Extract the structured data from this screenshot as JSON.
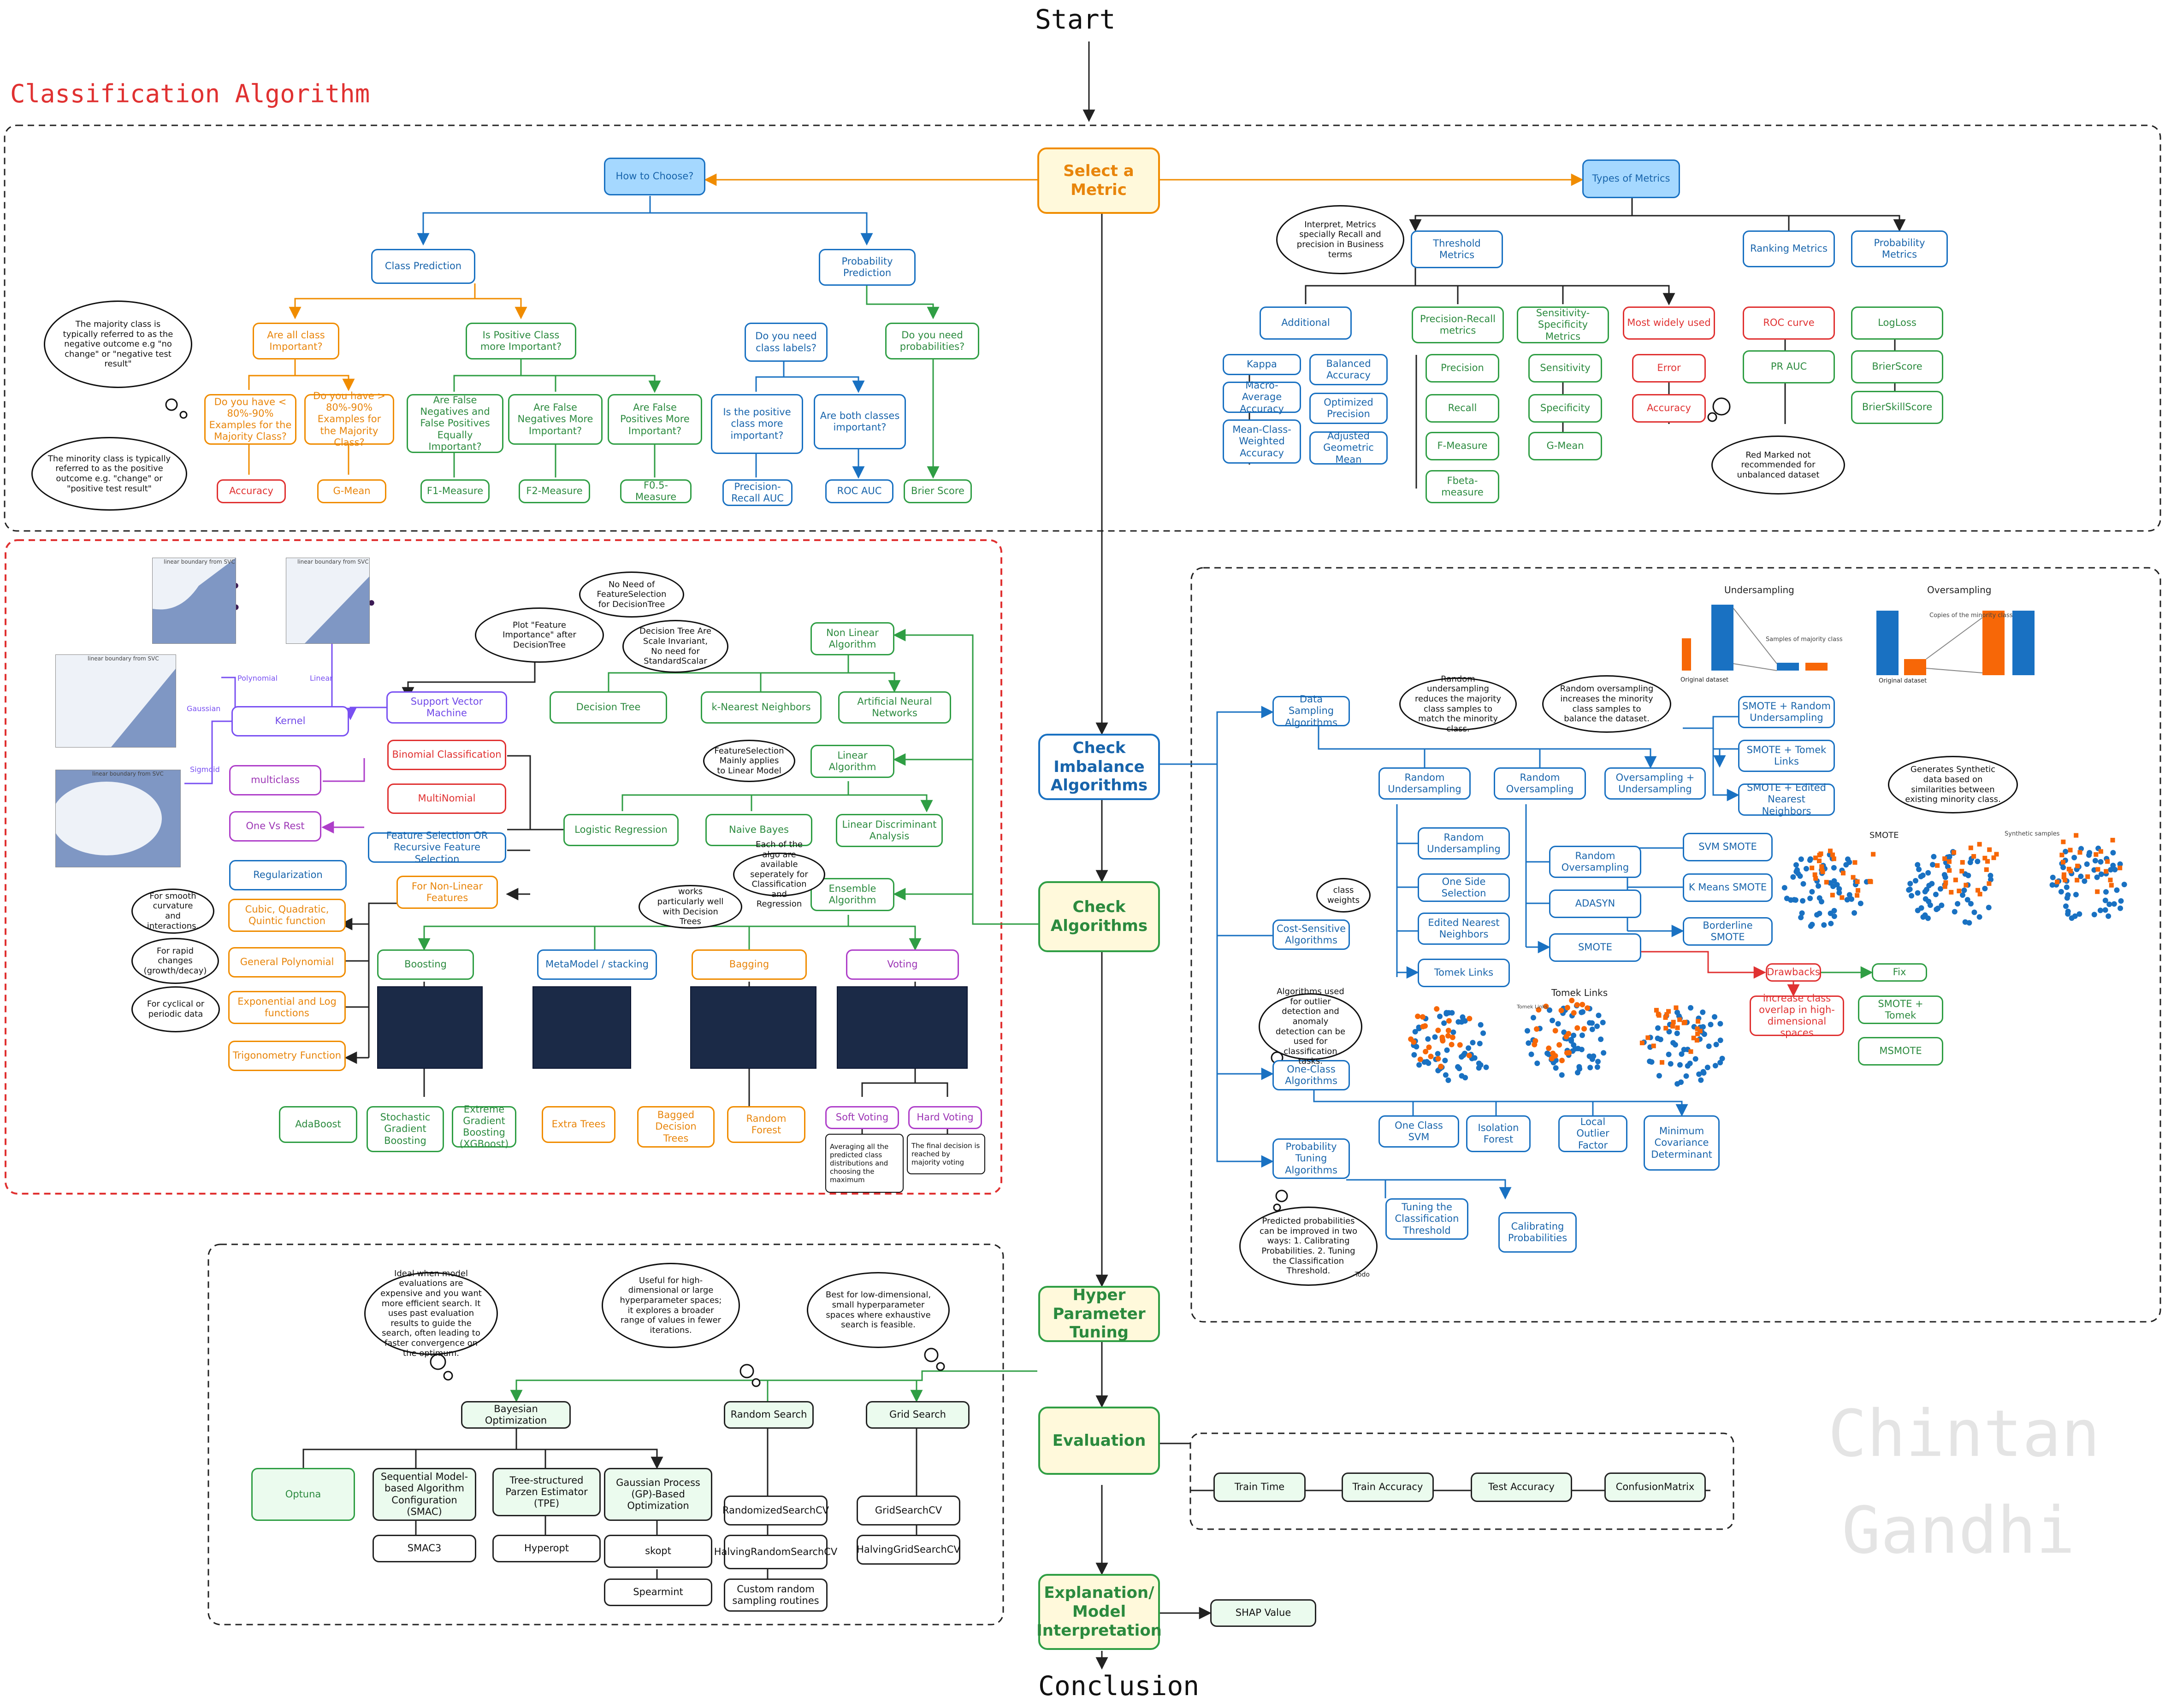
{
  "labels": {
    "start": "Start",
    "classification_title": "Classification Algorithm",
    "conclusion": "Conclusion",
    "watermark_1": "Chintan",
    "watermark_2": "Gandhi",
    "select_metric": "Select a Metric",
    "how_to_choose": "How to Choose?",
    "types_of_metrics": "Types of Metrics",
    "class_prediction": "Class Prediction",
    "probability_prediction": "Probability Prediction",
    "are_all_class_important": "Are all class Important?",
    "is_positive_class_important": "Is Positive Class more Important?",
    "do_you_need_class_labels": "Do you need class labels?",
    "do_you_need_probabilities": "Do you need probabilities?",
    "majority_80_90_a": "Do you have < 80%-90% Examples for the Majority Class?",
    "majority_80_90_b": "Do you have > 80%-90% Examples for the Majority Class?",
    "false_neg_pos_equal": "Are False Negatives and False Positives Equally Important?",
    "false_neg_more": "Are False Negatives More Important?",
    "false_pos_more": "Are False Positives More Important?",
    "positive_class_more": "Is the positive class more important?",
    "both_classes": "Are both classes important?",
    "accuracy_red": "Accuracy",
    "g_mean_orange": "G-Mean",
    "f1": "F1-Measure",
    "f2": "F2-Measure",
    "f05": "F0.5-Measure",
    "pr_auc": "Precision-Recall AUC",
    "roc_auc": "ROC AUC",
    "brier_score": "Brier Score",
    "note_majority": "The majority class is typically referred to as the negative outcome e.g \"no change\" or \"negative test result\"",
    "note_minority": "The minority class is typically referred to as the positive outcome e.g. \"change\" or \"positive test result\"",
    "note_interpret": "Interpret, Metrics specially Recall and precision in Business terms",
    "threshold_metrics": "Threshold Metrics",
    "ranking_metrics": "Ranking Metrics",
    "probability_metrics": "Probability Metrics",
    "additional": "Additional",
    "precision_recall_metrics": "Precision-Recall metrics",
    "sens_spec_metrics": "Sensitivity-Specificity Metrics",
    "most_widely_used": "Most widely used",
    "kappa": "Kappa",
    "macro_avg_acc": "Macro-Average Accuracy",
    "mean_class_weighted_acc": "Mean-Class-Weighted Accuracy",
    "balanced_acc": "Balanced Accuracy",
    "optimized_precision": "Optimized Precision",
    "adjusted_geo_mean": "Adjusted Geometric Mean",
    "precision": "Precision",
    "recall": "Recall",
    "f_measure": "F-Measure",
    "fbeta": "Fbeta-measure",
    "sensitivity": "Sensitivity",
    "specificity": "Specificity",
    "g_mean": "G-Mean",
    "error": "Error",
    "accuracy": "Accuracy",
    "roc_curve": "ROC curve",
    "pr_auc_2": "PR AUC",
    "logloss": "LogLoss",
    "brierscore": "BrierScore",
    "brierskillscore": "BrierSkillScore",
    "note_red_marked": "Red Marked not recommended for unbalanced dataset",
    "check_imbalance": "Check Imbalance Algorithms",
    "check_algorithms": "Check Algorithms",
    "hyper_tuning": "Hyper Parameter Tuning",
    "evaluation": "Evaluation",
    "explanation": "Explanation/ Model Interpretation",
    "non_linear_algo": "Non Linear Algorithm",
    "linear_algo": "Linear Algorithm",
    "ensemble_algo": "Ensemble Algorithm",
    "support_vector_machine": "Support Vector Machine",
    "decision_tree": "Decision Tree",
    "knn": "k-Nearest Neighbors",
    "ann": "Artificial Neural Networks",
    "kernel": "Kernel",
    "polynomial": "Polynomial",
    "linear_k": "Linear",
    "gaussian": "Gaussian",
    "sigmoid": "Sigmoid",
    "binomial_classification": "Binomial Classification",
    "multinomial": "MultiNomial",
    "multiclass": "multiclass",
    "one_vs_rest": "One Vs Rest",
    "feature_selection_rfs": "Feature Selection OR Recursive Feature Selection",
    "regularization": "Regularization",
    "for_non_linear_features": "For Non-Linear Features",
    "cubic": "Cubic, Quadratic, Quintic function",
    "general_polynomial": "General Polynomial",
    "exp_log": "Exponential and Log functions",
    "trig": "Trigonometry Function",
    "logistic_regression": "Logistic Regression",
    "naive_bayes": "Naive Bayes",
    "lda": "Linear Discriminant Analysis",
    "boosting": "Boosting",
    "metamodel_stacking": "MetaModel / stacking",
    "bagging": "Bagging",
    "voting": "Voting",
    "adaboost": "AdaBoost",
    "sgb": "Stochastic Gradient Boosting",
    "xgboost": "Extreme Gradient Boosting (XGBoost)",
    "extra_trees": "Extra Trees",
    "bagged_dt": "Bagged Decision Trees",
    "random_forest": "Random Forest",
    "soft_voting": "Soft Voting",
    "hard_voting": "Hard Voting",
    "note_plot_fi": "Plot \"Feature Importance\" after DecisionTree",
    "note_no_fs": "No Need of FeatureSelection for DecisionTree",
    "note_scale_inv": "Decision Tree Are Scale Invariant, No need for StandardScalar",
    "note_fs_linear": "FeatureSelection Mainly applies to Linear Model",
    "note_each_algo": "Each of the algo are available seperately for Classification and Regression",
    "note_works_dt": "works particularly well with Decision Trees",
    "note_smooth": "For smooth curvature and interactions.",
    "note_rapid": "For rapid changes (growth/decay)",
    "note_cyclical": "For cyclical or periodic data",
    "note_avg_prob": "Averaging all the predicted class distributions and choosing the maximum",
    "note_majority_vote": "The final decision is reached by majority voting",
    "plot_title_svc": "linear boundary from SVC",
    "data_sampling": "Data Sampling Algorithms",
    "cost_sensitive": "Cost-Sensitive Algorithms",
    "one_class": "One-Class Algorithms",
    "prob_tuning": "Probability Tuning Algorithms",
    "random_undersampling": "Random Undersampling",
    "random_oversampling": "Random Oversampling",
    "over_under": "Oversampling + Undersampling",
    "smote_rand_under": "SMOTE + Random Undersampling",
    "smote_tomek_links": "SMOTE + Tomek Links",
    "smote_enn": "SMOTE + Edited Nearest Neighbors",
    "ru_2": "Random Undersampling",
    "one_side_selection": "One Side Selection",
    "edited_nn": "Edited Nearest Neighbors",
    "tomek_links": "Tomek Links",
    "ro_2": "Random Oversampling",
    "adasyn": "ADASYN",
    "smote": "SMOTE",
    "svm_smote": "SVM SMOTE",
    "kmeans_smote": "K Means SMOTE",
    "borderline_smote": "Borderline SMOTE",
    "drawbacks": "Drawbacks",
    "fix": "Fix",
    "increase_overlap": "increase class overlap in high-dimensional spaces",
    "smote_tomek": "SMOTE + Tomek",
    "msmote": "MSMOTE",
    "one_class_svm": "One Class SVM",
    "isolation_forest": "Isolation Forest",
    "lof": "Local Outlier Factor",
    "min_cov_det": "Minimum Covariance Determinant",
    "tuning_threshold": "Tuning the Classification Threshold",
    "calibrating_probs": "Calibrating Probabilities",
    "note_class_weights": "class weights",
    "note_rand_under": "Random undersampling reduces the majority class samples to match the minority class.",
    "note_rand_over": "Random oversampling increases the minority class samples to balance the dataset.",
    "note_synthetic": "Generates Synthetic data based on similarities between existing minority class.",
    "note_outlier": "Algorithms used for outlier detection and anomaly detection can be used for classification tasks.",
    "note_pred_probs": "Predicted probabilities can be improved in two ways: 1. Calibrating Probabilities. 2. Tuning the Classification Threshold.",
    "note_todo": "-Todo",
    "undersampling_title": "Undersampling",
    "oversampling_title": "Oversampling",
    "original_dataset": "Original dataset",
    "samples_majority": "Samples of majority class",
    "copies_minority": "Copies of the minority class",
    "smote_label": "SMOTE",
    "synthetic_samples": "Synthetic samples",
    "tomek_links_label": "Tomek Links",
    "bayesian": "Bayesian Optimization",
    "random_search": "Random Search",
    "grid_search": "Grid Search",
    "optuna": "Optuna",
    "smac": "Sequential Model-based Algorithm Configuration (SMAC)",
    "tpe": "Tree-structured Parzen Estimator (TPE)",
    "gp": "Gaussian Process (GP)-Based Optimization",
    "smac3": "SMAC3",
    "hyperopt": "Hyperopt",
    "skopt": "skopt",
    "spearmint": "Spearmint",
    "randomizedsearchcv": "RandomizedSearchCV",
    "halvingrandomsearchcv": "HalvingRandomSearchCV",
    "custom_random": "Custom random sampling routines",
    "gridsearchcv": "GridSearchCV",
    "halvinggridsearchcv": "HalvingGridSearchCV",
    "note_bayes": "Ideal when model evaluations are expensive and you want more efficient search. It uses past evaluation results to guide the search, often leading to faster convergence on the optimum.",
    "note_random": "Useful for high-dimensional or large hyperparameter spaces; it explores a broader range of values in fewer iterations.",
    "note_grid": "Best for low-dimensional, small hyperparameter spaces where exhaustive search is feasible.",
    "train_time": "Train Time",
    "train_accuracy": "Train Accuracy",
    "test_accuracy": "Test Accuracy",
    "confusion_matrix": "ConfusionMatrix",
    "shap": "SHAP Value"
  },
  "colors": {
    "orange": "#f08c00",
    "green": "#2f9e44",
    "blue": "#1971c2",
    "red": "#e03131",
    "purple": "#ae3ec9",
    "violet": "#7950f2",
    "fill_blue": "#a5d8ff",
    "fill_yellow": "#fff9db",
    "fill_lightgreen": "#ebfbee",
    "bar_blue": "#1971c2",
    "bar_orange": "#f76707"
  }
}
